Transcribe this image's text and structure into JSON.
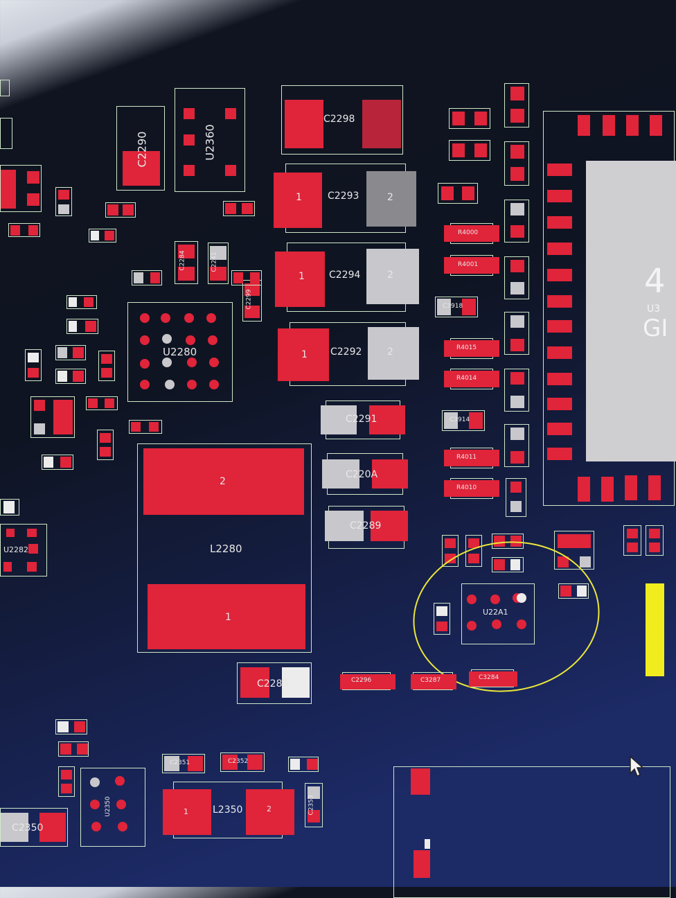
{
  "labels": {
    "c2290": "C2290",
    "u2360": "U2360",
    "c2298": "C2298",
    "c2293": "C2293",
    "c2294": "C2294",
    "c2292": "C2292",
    "c2291": "C2291",
    "c220a": "C220A",
    "c2289": "C2289",
    "u2280": "U2280",
    "l2280": "L2280",
    "c2288": "C2288",
    "c2296": "C2296",
    "c3287": "C3287",
    "c3284": "C3284",
    "u22a1": "U22A1",
    "u2282": "U2282",
    "r4000": "R4000",
    "r4001": "R4001",
    "c3918": "C3918",
    "r4015": "R4015",
    "r4014": "R4014",
    "c3914": "C3914",
    "r4011": "R4011",
    "r4010": "R4010",
    "c2351": "C2351",
    "c2352": "C2352",
    "l2350": "L2350",
    "u2350": "U2350",
    "c2350": "C2350",
    "c2353": "C2353",
    "c2284": "C2284",
    "c2299": "C2299",
    "c2241": "C2241",
    "big_chip_a": "4",
    "big_chip_b": "U3",
    "big_chip_c": "GI"
  },
  "pins": {
    "one": "1",
    "two": "2"
  },
  "colors": {
    "pad_red": "#e0243a",
    "pad_gray": "#c8c8cc",
    "outline": "#cfe8c8",
    "highlight": "#ece73a",
    "yellow_part": "#f0ec1e"
  },
  "icons": {
    "cursor": "mouse-pointer-icon"
  }
}
